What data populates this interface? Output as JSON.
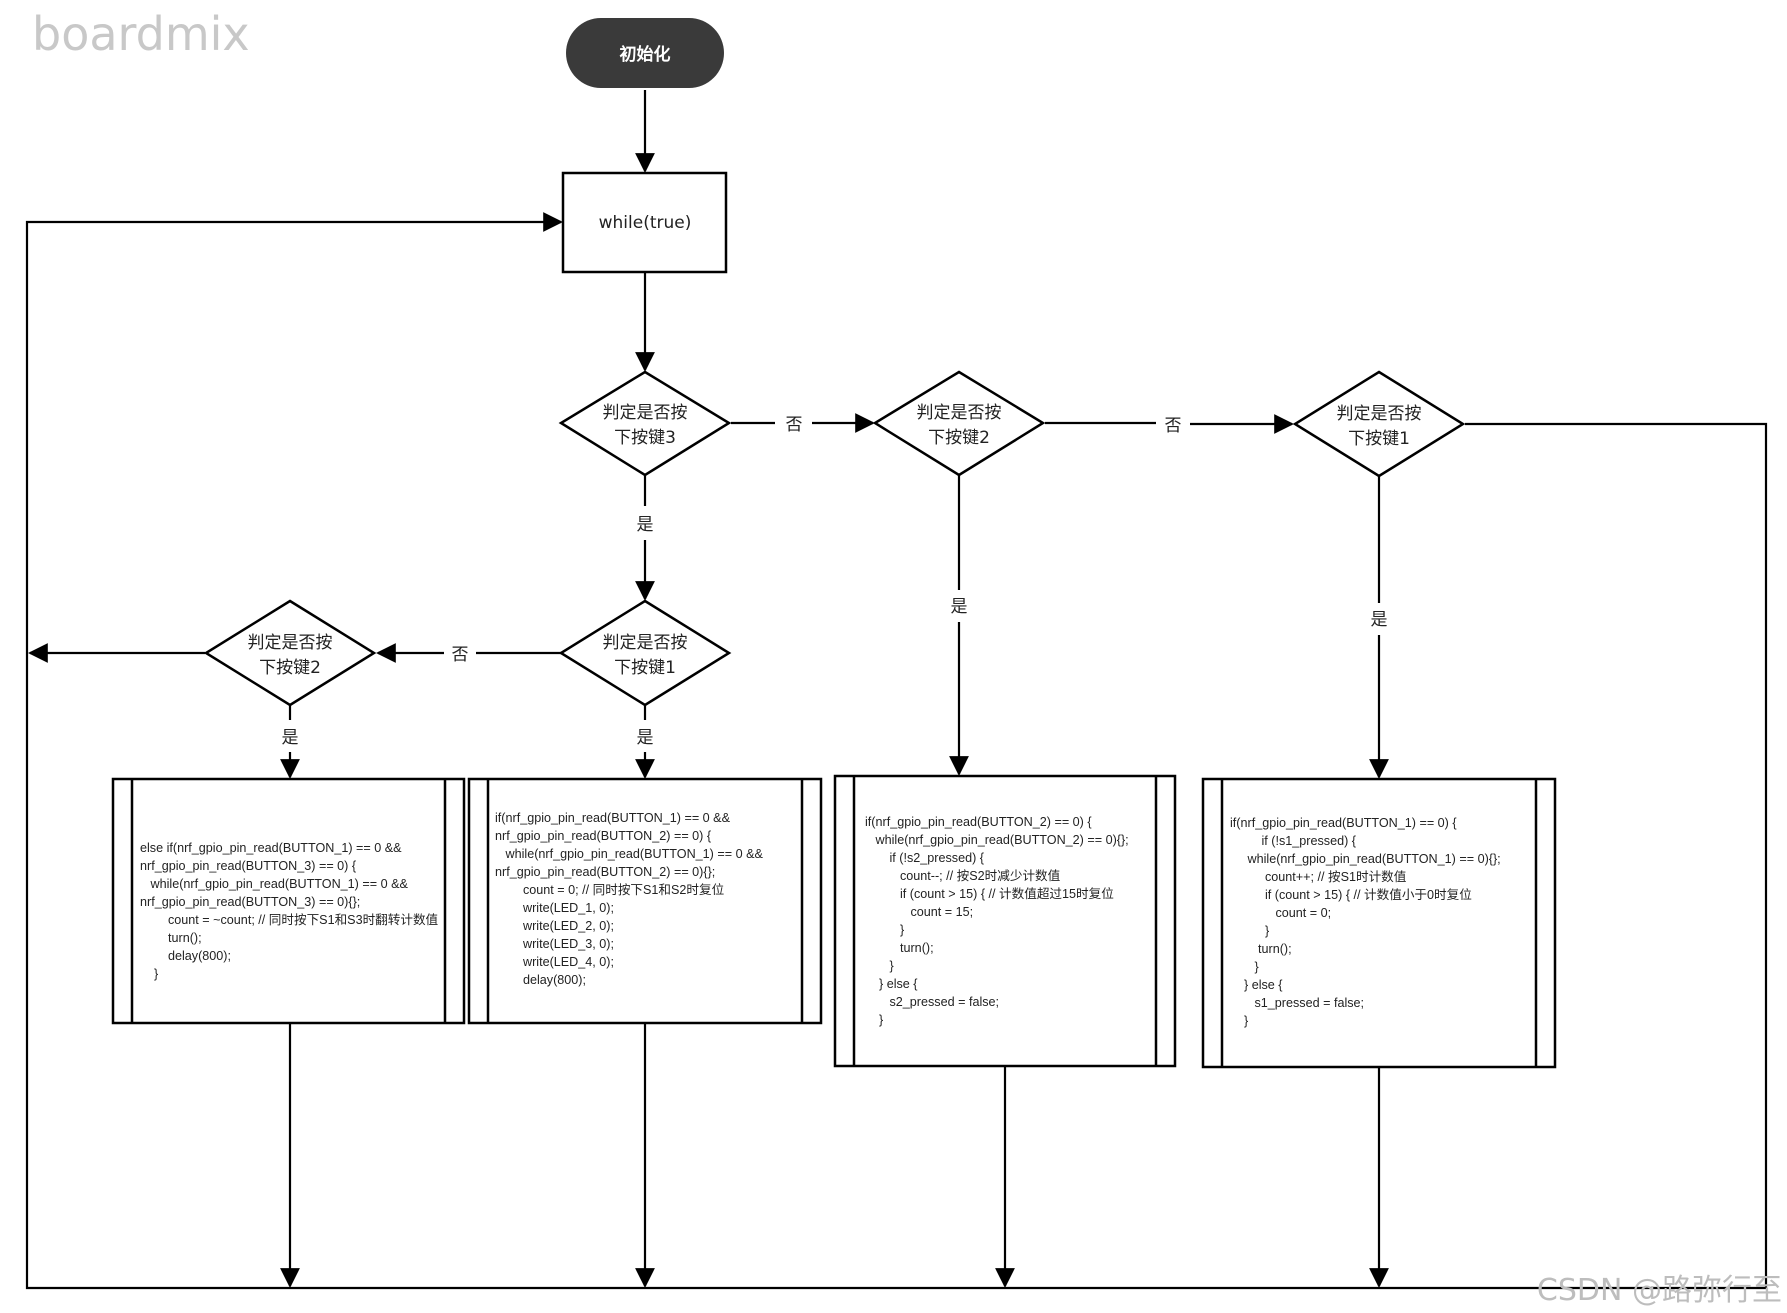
{
  "watermark": "boardmix",
  "footer_watermark": "CSDN @路弥行至",
  "colors": {
    "line": "#000000",
    "start_fill": "#3a3a3a",
    "start_text": "#ffffff"
  },
  "nodes": {
    "start": "初始化",
    "loop": "while(true)",
    "d_key3": [
      "判定是否按",
      "下按键3"
    ],
    "d_key2_right": [
      "判定是否按",
      "下按键2"
    ],
    "d_key1_right": [
      "判定是否按",
      "下按键1"
    ],
    "d_key1_mid": [
      "判定是否按",
      "下按键1"
    ],
    "d_key2_left": [
      "判定是否按",
      "下按键2"
    ]
  },
  "edge_labels": {
    "no": "否",
    "yes": "是"
  },
  "blocks": {
    "s1_s3": [
      "else if(nrf_gpio_pin_read(BUTTON_1) == 0 &&",
      "nrf_gpio_pin_read(BUTTON_3) == 0) {",
      "   while(nrf_gpio_pin_read(BUTTON_1) == 0 &&",
      "nrf_gpio_pin_read(BUTTON_3) == 0){};",
      "        count = ~count; // 同时按下S1和S3时翻转计数值",
      "        turn();",
      "        delay(800);",
      "    }"
    ],
    "s1_s2": [
      "if(nrf_gpio_pin_read(BUTTON_1) == 0 &&",
      "nrf_gpio_pin_read(BUTTON_2) == 0) {",
      "   while(nrf_gpio_pin_read(BUTTON_1) == 0 &&",
      "nrf_gpio_pin_read(BUTTON_2) == 0){};",
      "        count = 0; // 同时按下S1和S2时复位",
      "        write(LED_1, 0);",
      "        write(LED_2, 0);",
      "        write(LED_3, 0);",
      "        write(LED_4, 0);",
      "        delay(800);"
    ],
    "s2": [
      "if(nrf_gpio_pin_read(BUTTON_2) == 0) {",
      "   while(nrf_gpio_pin_read(BUTTON_2) == 0){};",
      "       if (!s2_pressed) {",
      "          count--; // 按S2时减少计数值",
      "          if (count > 15) { // 计数值超过15时复位",
      "             count = 15;",
      "          }",
      "          turn();",
      "       }",
      "    } else {",
      "       s2_pressed = false;",
      "    }"
    ],
    "s1": [
      "if(nrf_gpio_pin_read(BUTTON_1) == 0) {",
      "         if (!s1_pressed) {",
      "     while(nrf_gpio_pin_read(BUTTON_1) == 0){};",
      "          count++; // 按S1时计数值",
      "          if (count > 15) { // 计数值小于0时复位",
      "             count = 0;",
      "          }",
      "        turn();",
      "       }",
      "    } else {",
      "       s1_pressed = false;",
      "    }"
    ]
  }
}
